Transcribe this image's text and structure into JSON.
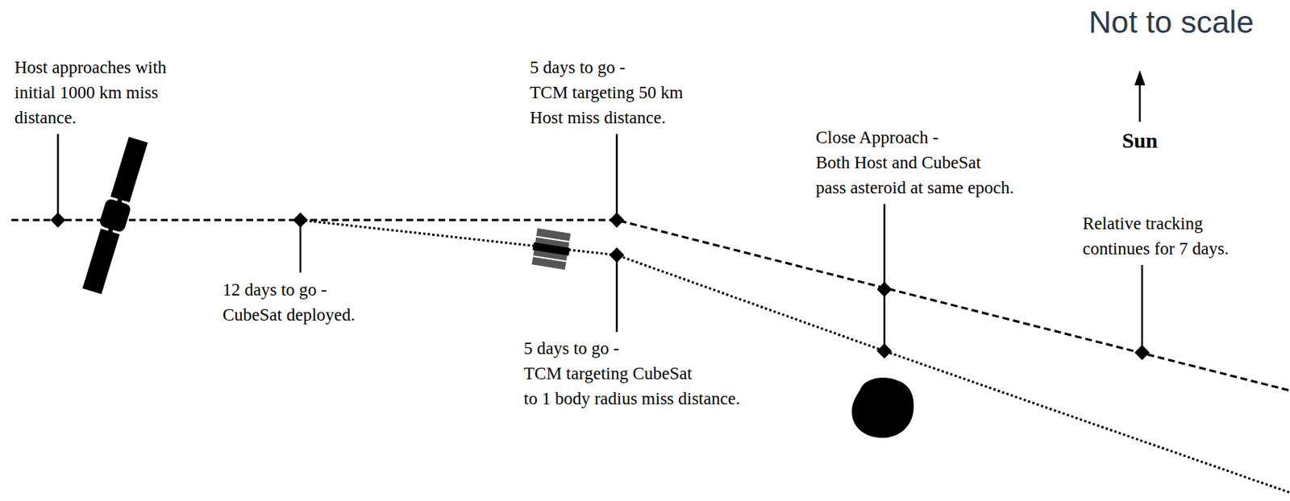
{
  "diagram": {
    "labels": [
      "Not to scale",
      "Host approaches with initial 1000 km miss distance.",
      "5 days to go - TCM targeting 50 km Host miss distance.",
      "Close Approach - Both Host and CubeSat pass asteroid at same epoch.",
      "Sun",
      "Relative tracking continues for 7 days.",
      "12 days to go - CubeSat deployed.",
      "5 days to go - TCM targeting CubeSat to 1 body radius miss distance."
    ]
  }
}
